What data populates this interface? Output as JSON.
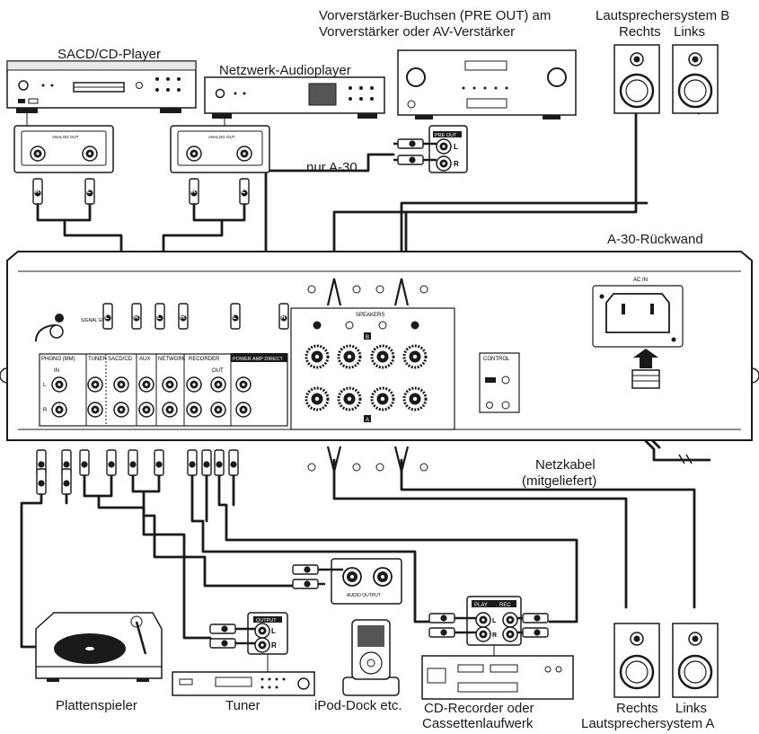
{
  "labels": {
    "sacd_player": "SACD/CD-Player",
    "network_player": "Netzwerk-Audioplayer",
    "preamp_line1": "Vorverstärker-Buchsen (PRE OUT) am",
    "preamp_line2": "Vorverstärker oder AV-Verstärker",
    "speaker_b_title": "Lautsprechersystem B",
    "speaker_b_right": "Rechts",
    "speaker_b_left": "Links",
    "only_a30": "nur A-30",
    "rear_panel": "A-30-Rückwand",
    "power_cable_line1": "Netzkabel",
    "power_cable_line2": "(mitgeliefert)",
    "turntable": "Plattenspieler",
    "tuner": "Tuner",
    "ipod": "iPod-Dock etc.",
    "recorder_line1": "CD-Recorder oder",
    "recorder_line2": "Cassettenlaufwerk",
    "speaker_a_right": "Rechts",
    "speaker_a_left": "Links",
    "speaker_a_title": "Lautsprechersystem A"
  },
  "panel": {
    "analog_out": "ANALOG OUT",
    "pre_out": "PRE OUT",
    "signal_gnd": "SIGNAL GND",
    "phono": "PHONO (MM)",
    "tuner": "TUNER",
    "sacd_cd": "SACD/CD",
    "aux": "AUX",
    "network": "NETWORK",
    "recorder": "RECORDER",
    "power_amp_direct": "POWER AMP DIRECT",
    "in": "IN",
    "out": "OUT",
    "speakers": "SPEAKERS",
    "control": "CONTROL",
    "ac_in": "AC IN",
    "output": "OUTPUT",
    "audio_output": "AUDIO OUTPUT",
    "play": "PLAY",
    "rec": "REC",
    "ch_l": "L",
    "ch_r": "R",
    "plug_l": "L",
    "plug_r": "R",
    "plus": "+",
    "minus": "−",
    "group_a": "A",
    "group_b": "B"
  },
  "colors": {
    "line": "#1a1a1a",
    "device_fill": "#ffffff",
    "dark_fill": "#2a2a2a",
    "screen": "#555555"
  }
}
